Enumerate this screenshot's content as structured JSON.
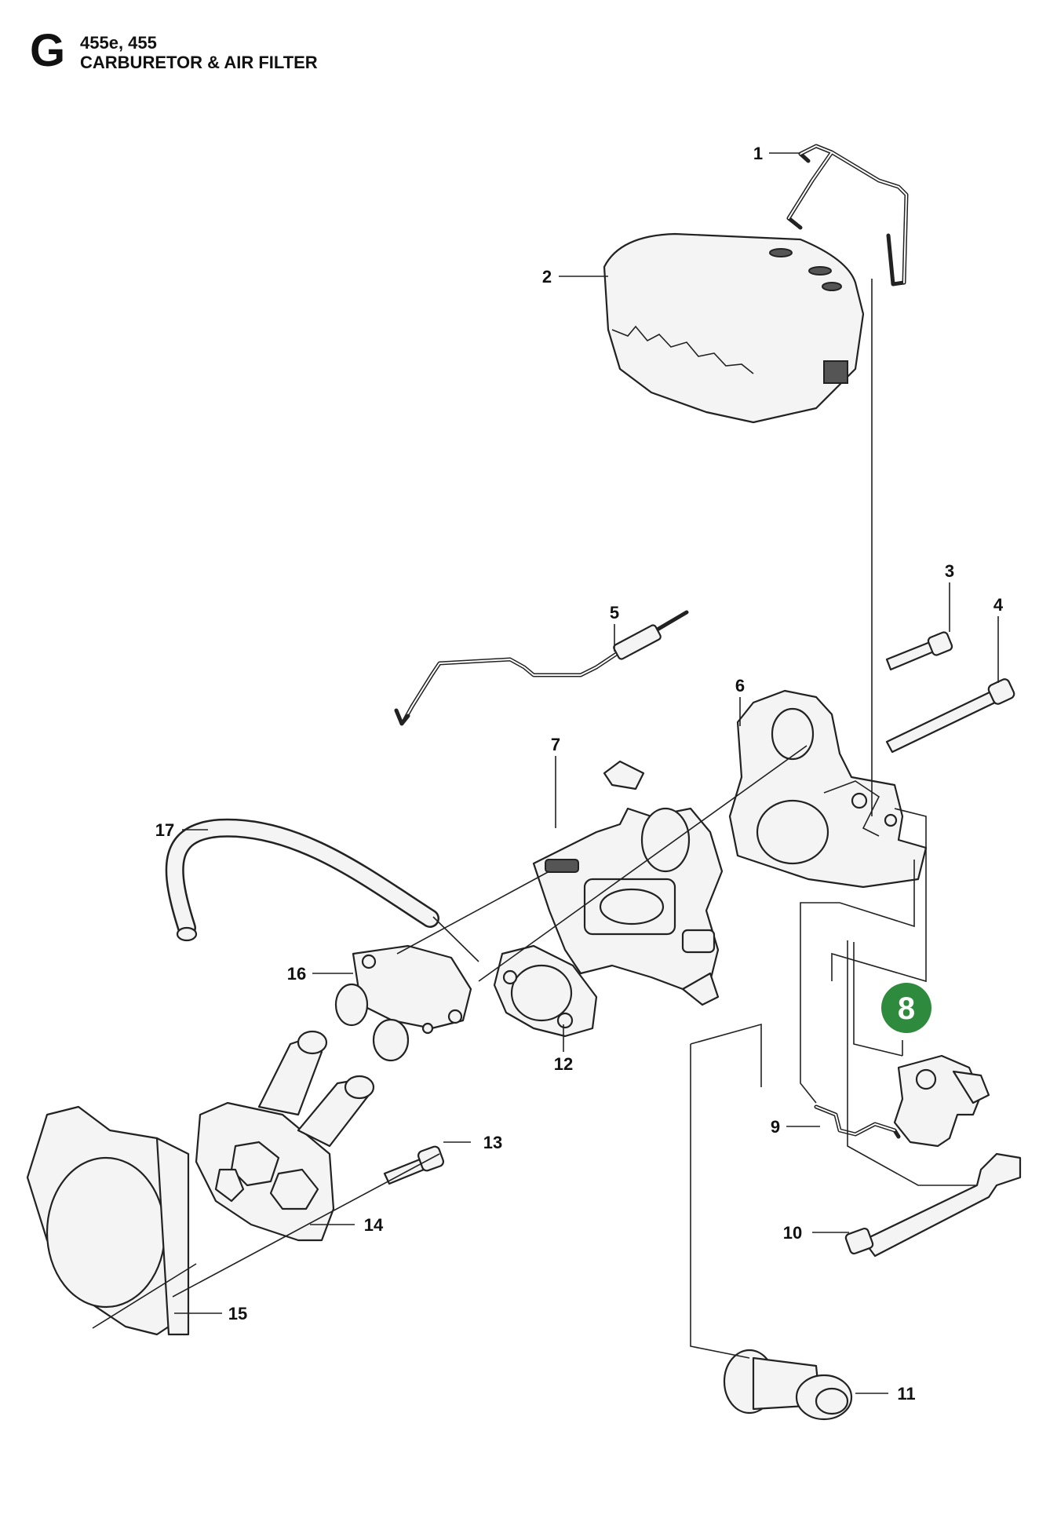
{
  "header": {
    "section_letter": "G",
    "models": "455e, 455",
    "title": "CARBURETOR & AIR FILTER"
  },
  "highlight": {
    "part": "8",
    "color": "#2e8b3e"
  },
  "callouts": [
    {
      "id": "1",
      "label": "1"
    },
    {
      "id": "2",
      "label": "2"
    },
    {
      "id": "3",
      "label": "3"
    },
    {
      "id": "4",
      "label": "4"
    },
    {
      "id": "5",
      "label": "5"
    },
    {
      "id": "6",
      "label": "6"
    },
    {
      "id": "7",
      "label": "7"
    },
    {
      "id": "8",
      "label": "8"
    },
    {
      "id": "9",
      "label": "9"
    },
    {
      "id": "10",
      "label": "10"
    },
    {
      "id": "11",
      "label": "11"
    },
    {
      "id": "12",
      "label": "12"
    },
    {
      "id": "13",
      "label": "13"
    },
    {
      "id": "14",
      "label": "14"
    },
    {
      "id": "15",
      "label": "15"
    },
    {
      "id": "16",
      "label": "16"
    },
    {
      "id": "17",
      "label": "17"
    }
  ]
}
